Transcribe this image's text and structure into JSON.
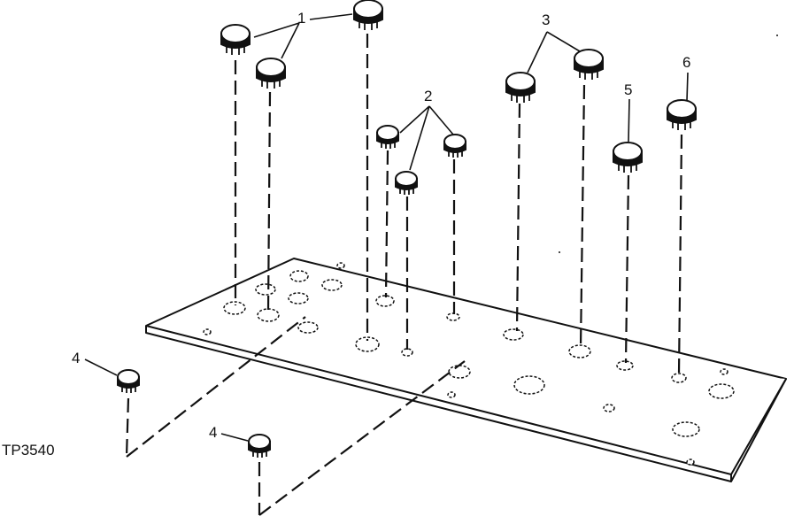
{
  "figure_id": "TP3540",
  "callouts": {
    "c1": "1",
    "c2": "2",
    "c3": "3",
    "c4a": "4",
    "c4b": "4",
    "c5": "5",
    "c6": "6"
  }
}
